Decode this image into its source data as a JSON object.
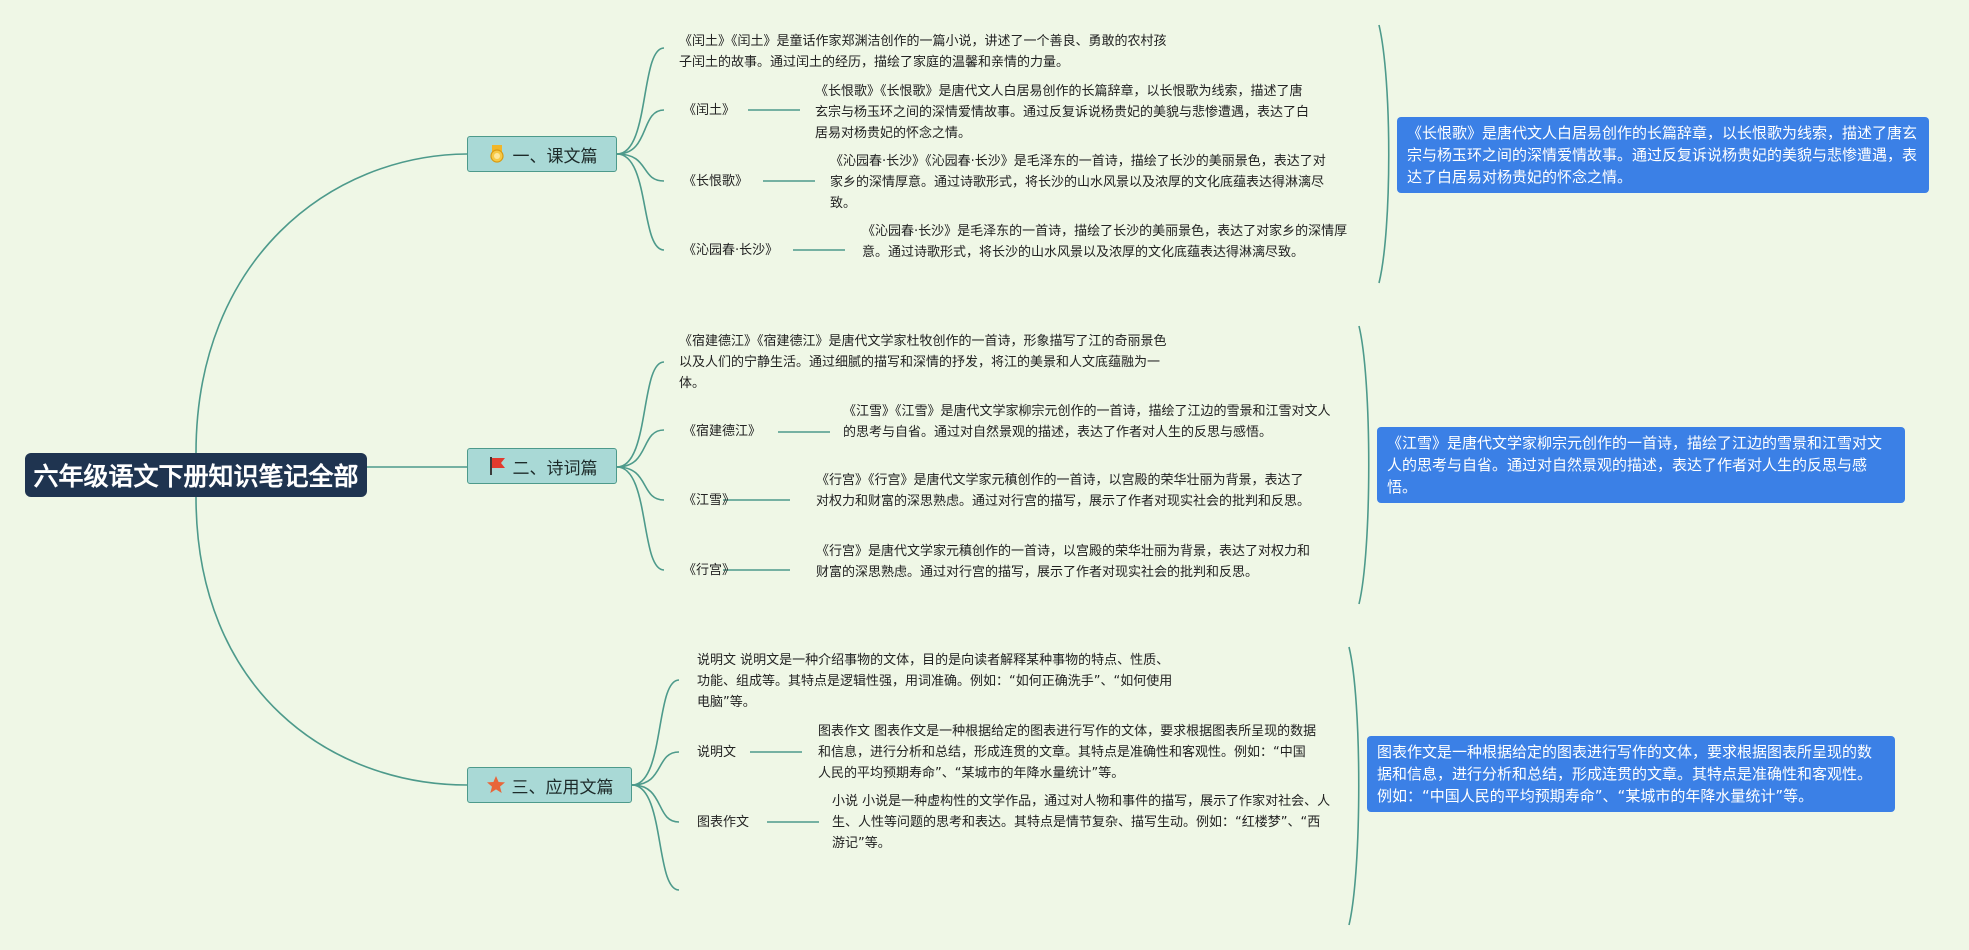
{
  "root": "六年级语文下册知识笔记全部",
  "branches": [
    {
      "label": "一、课文篇",
      "icon": "medal-icon",
      "summary": "《闰土》《闰土》是童话作家郑渊洁创作的一篇小说，讲述了一个善良、勇敢的农村孩子闰土的故事。通过闰土的经历，描绘了家庭的温馨和亲情的力量。",
      "items": [
        {
          "title": "《闰土》",
          "desc": "《长恨歌》《长恨歌》是唐代文人白居易创作的长篇辞章，以长恨歌为线索，描述了唐玄宗与杨玉环之间的深情爱情故事。通过反复诉说杨贵妃的美貌与悲惨遭遇，表达了白居易对杨贵妃的怀念之情。"
        },
        {
          "title": "《长恨歌》",
          "desc": "《沁园春·长沙》《沁园春·长沙》是毛泽东的一首诗，描绘了长沙的美丽景色，表达了对家乡的深情厚意。通过诗歌形式，将长沙的山水风景以及浓厚的文化底蕴表达得淋漓尽致。"
        },
        {
          "title": "《沁园春·长沙》",
          "desc": "《沁园春·长沙》是毛泽东的一首诗，描绘了长沙的美丽景色，表达了对家乡的深情厚意。通过诗歌形式，将长沙的山水风景以及浓厚的文化底蕴表达得淋漓尽致。"
        }
      ],
      "callout": "《长恨歌》是唐代文人白居易创作的长篇辞章，以长恨歌为线索，描述了唐玄宗与杨玉环之间的深情爱情故事。通过反复诉说杨贵妃的美貌与悲惨遭遇，表达了白居易对杨贵妃的怀念之情。"
    },
    {
      "label": "二、诗词篇",
      "icon": "red-flag-icon",
      "summary": "《宿建德江》《宿建德江》是唐代文学家杜牧创作的一首诗，形象描写了江的奇丽景色以及人们的宁静生活。通过细腻的描写和深情的抒发，将江的美景和人文底蕴融为一体。",
      "items": [
        {
          "title": "《宿建德江》",
          "desc": "《江雪》《江雪》是唐代文学家柳宗元创作的一首诗，描绘了江边的雪景和江雪对文人的思考与自省。通过对自然景观的描述，表达了作者对人生的反思与感悟。"
        },
        {
          "title": "《江雪》",
          "desc": "《行宫》《行宫》是唐代文学家元稹创作的一首诗，以宫殿的荣华壮丽为背景，表达了对权力和财富的深思熟虑。通过对行宫的描写，展示了作者对现实社会的批判和反思。"
        },
        {
          "title": "《行宫》",
          "desc": "《行宫》是唐代文学家元稹创作的一首诗，以宫殿的荣华壮丽为背景，表达了对权力和财富的深思熟虑。通过对行宫的描写，展示了作者对现实社会的批判和反思。"
        }
      ],
      "callout": "《江雪》是唐代文学家柳宗元创作的一首诗，描绘了江边的雪景和江雪对文人的思考与自省。通过对自然景观的描述，表达了作者对人生的反思与感悟。"
    },
    {
      "label": "三、应用文篇",
      "icon": "star-icon",
      "summary": "说明文 说明文是一种介绍事物的文体，目的是向读者解释某种事物的特点、性质、功能、组成等。其特点是逻辑性强，用词准确。例如：“如何正确洗手”、“如何使用电脑”等。",
      "items": [
        {
          "title": "说明文",
          "desc": "图表作文 图表作文是一种根据给定的图表进行写作的文体，要求根据图表所呈现的数据和信息，进行分析和总结，形成连贯的文章。其特点是准确性和客观性。例如：“中国人民的平均预期寿命”、“某城市的年降水量统计”等。"
        },
        {
          "title": "图表作文",
          "desc": "小说 小说是一种虚构性的文学作品，通过对人物和事件的描写，展示了作家对社会、人生、人性等问题的思考和表达。其特点是情节复杂、描写生动。例如：“红楼梦”、“西游记”等。"
        }
      ],
      "callout": "图表作文是一种根据给定的图表进行写作的文体，要求根据图表所呈现的数据和信息，进行分析和总结，形成连贯的文章。其特点是准确性和客观性。例如：“中国人民的平均预期寿命”、“某城市的年降水量统计”等。"
    }
  ],
  "colors": {
    "line": "#4d9a8b",
    "root_bg": "#1f3450",
    "branch_bg": "#a9d9d6",
    "callout_bg": "#3b80e6",
    "canvas": "#eff7e6"
  }
}
